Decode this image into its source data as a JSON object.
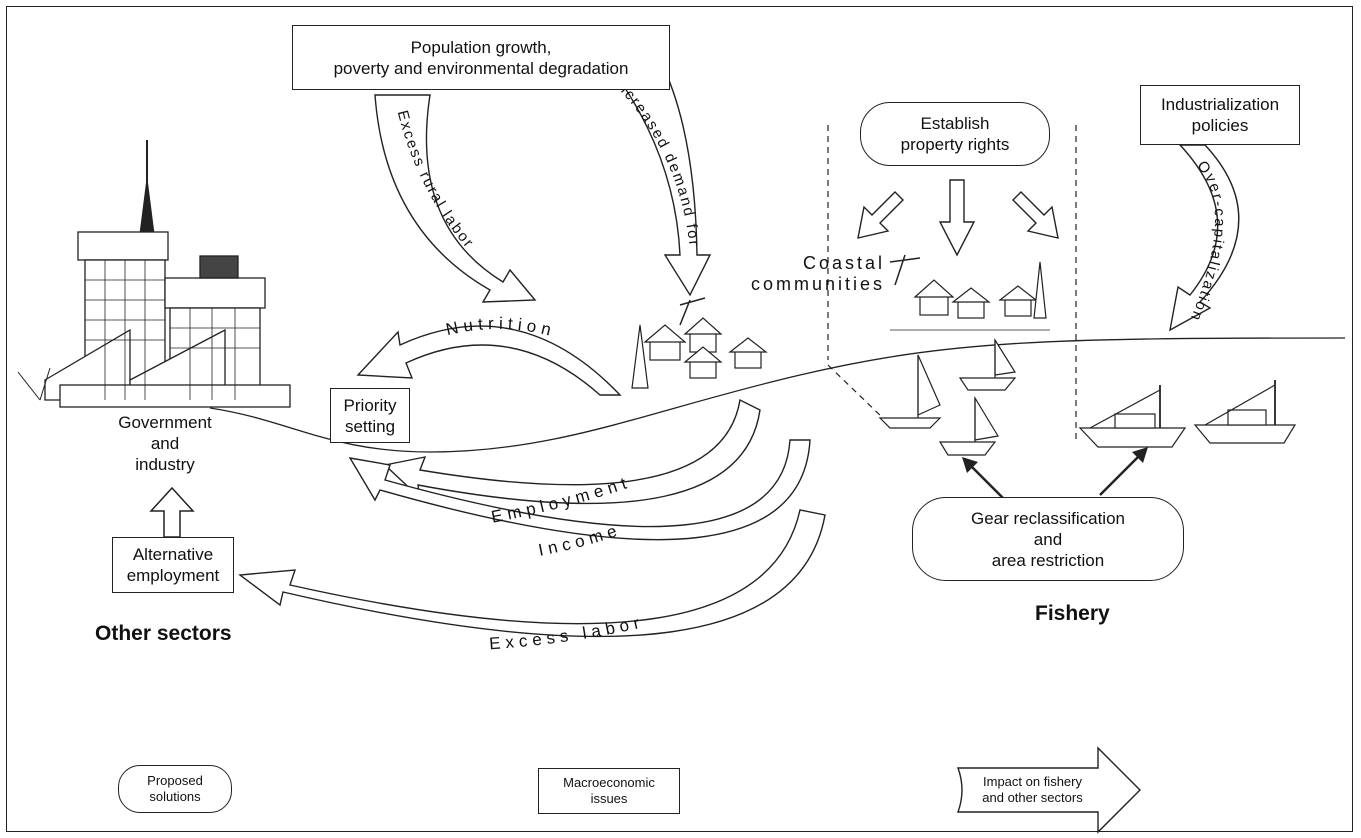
{
  "boxes": {
    "population": "Population growth,\npoverty and environmental degradation",
    "industrialization": "Industrialization\npolicies",
    "property_rights": "Establish\nproperty rights",
    "priority": "Priority\nsetting",
    "alternative_employment": "Alternative\nemployment",
    "gear": "Gear reclassification\nand\narea restriction"
  },
  "labels": {
    "government": "Government\nand\nindustry",
    "coastal": "Coastal\ncommunities",
    "other_sectors": "Other sectors",
    "fishery": "Fishery"
  },
  "flows": {
    "excess_rural_labor": "Excess rural labor",
    "increased_demand": "Increased demand for fish",
    "nutrition": "Nutrition",
    "employment": "Employment",
    "income": "Income",
    "excess_labor": "Excess labor",
    "overcapitalization": "Over-capitalization"
  },
  "legend": {
    "proposed": "Proposed\nsolutions",
    "macro": "Macroeconomic\nissues",
    "impact": "Impact on fishery\nand other sectors"
  }
}
